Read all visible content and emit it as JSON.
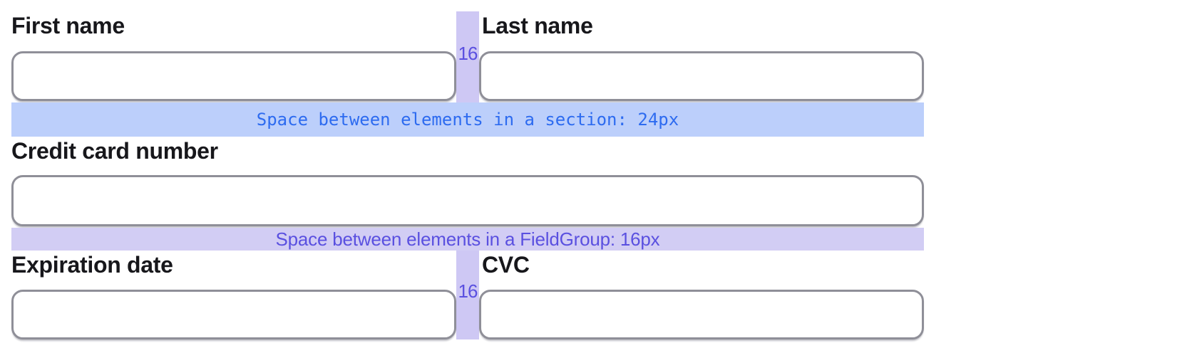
{
  "form": {
    "fields": [
      {
        "id": "first-name",
        "label": "First name"
      },
      {
        "id": "last-name",
        "label": "Last name"
      },
      {
        "id": "credit-card-number",
        "label": "Credit card number"
      },
      {
        "id": "expiration-date",
        "label": "Expiration date"
      },
      {
        "id": "cvc",
        "label": "CVC"
      }
    ],
    "input_values": {
      "first_name": "",
      "last_name": "",
      "credit_card_number": "",
      "expiration_date": "",
      "cvc": ""
    }
  },
  "spacing_annotations": {
    "section_band_text": "Space between elements in a section: 24px",
    "fieldgroup_band_text": "Space between elements in a FieldGroup: 16px",
    "row1_column_gap_label": "16",
    "row3_column_gap_label": "16"
  },
  "colors": {
    "label_text": "#17171b",
    "input_border": "#8f8f98",
    "section_band_bg": "#bccffb",
    "section_band_text": "#2d6bf0",
    "fieldgroup_band_bg": "#d2cdf4",
    "gap_strip_bg": "#cec8f4",
    "gap_label_text": "#5a50e0",
    "page_bg": "#ffffff"
  }
}
